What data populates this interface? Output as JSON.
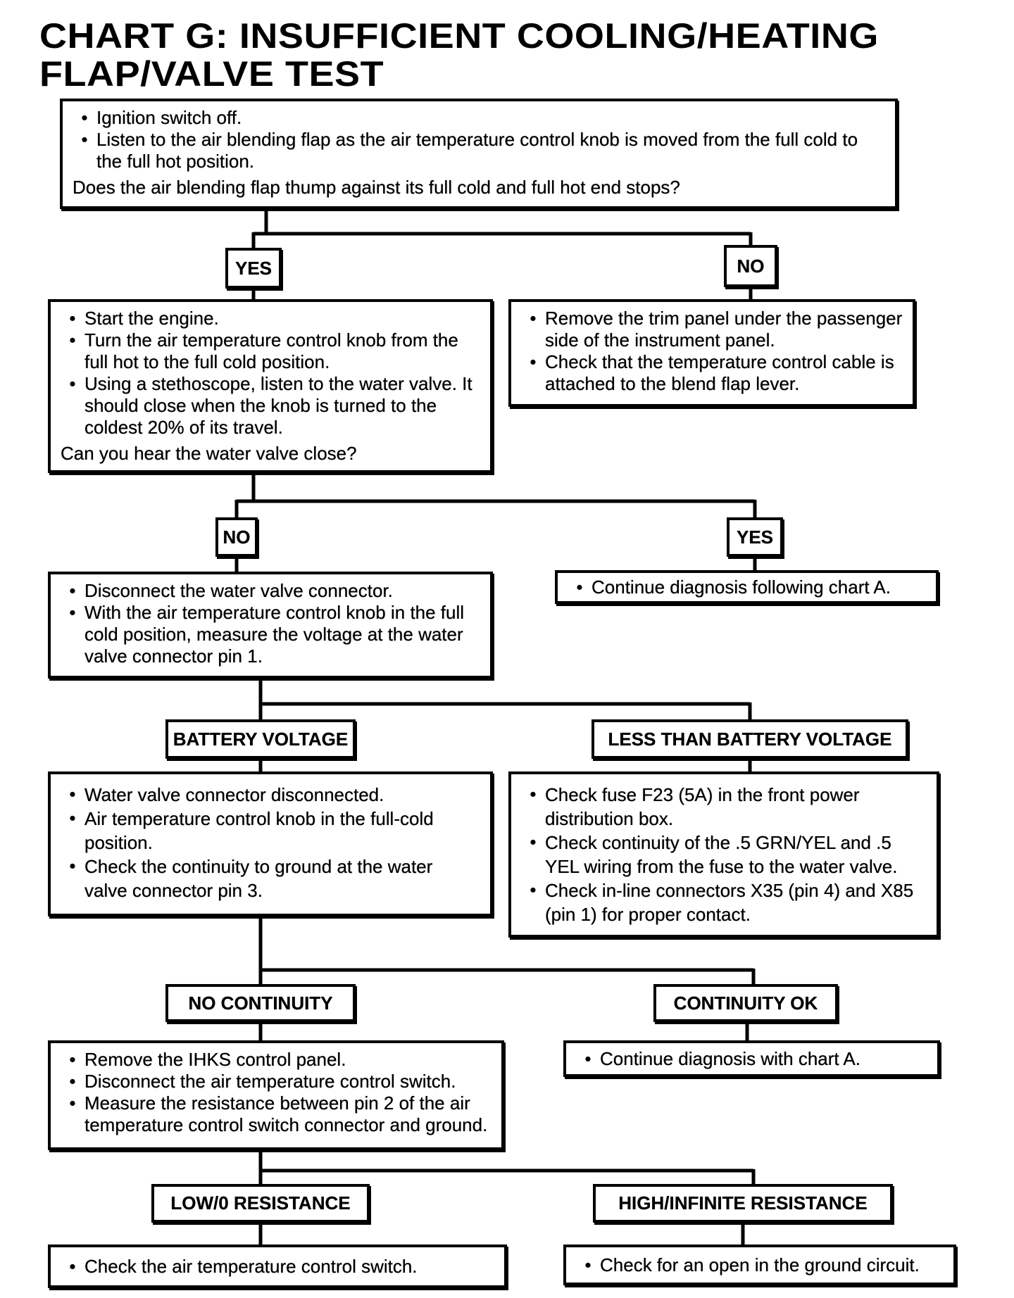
{
  "title": {
    "line1": "CHART G: INSUFFICIENT COOLING/HEATING",
    "line2": "FLAP/VALVE TEST"
  },
  "colors": {
    "ink": "#000000",
    "paper": "#ffffff"
  },
  "flow": {
    "start": {
      "bullets": [
        "Ignition switch off.",
        "Listen to the air blending flap as the air temperature control knob is moved from the full cold to the full hot position."
      ],
      "question": "Does the air blending flap thump against its full cold and full hot end stops?"
    },
    "branch1": {
      "left": "YES",
      "right": "NO"
    },
    "listen_valve": {
      "bullets": [
        "Start the engine.",
        "Turn the air temperature control knob from the full hot to the full cold position.",
        "Using a stethoscope, listen to the water valve. It should close when the knob is turned to the coldest 20% of its travel."
      ],
      "question": "Can you hear the water valve close?"
    },
    "check_cable": {
      "bullets": [
        "Remove the trim panel under the passenger side of the instrument panel.",
        "Check that the temperature control cable is attached to the blend flap lever."
      ]
    },
    "branch2": {
      "left": "NO",
      "right": "YES"
    },
    "measure_voltage": {
      "bullets": [
        "Disconnect the water valve connector.",
        "With the air temperature control knob in the full cold position, measure the voltage at the water valve connector pin 1."
      ]
    },
    "continue_chart_a1": {
      "bullets": [
        "Continue diagnosis following chart A."
      ]
    },
    "branch3": {
      "left": "BATTERY VOLTAGE",
      "right": "LESS THAN BATTERY VOLTAGE"
    },
    "check_continuity": {
      "bullets": [
        "Water valve connector disconnected.",
        "Air temperature control knob in the full-cold position.",
        "Check the continuity to ground at the water valve connector pin 3."
      ]
    },
    "check_fuse": {
      "bullets": [
        "Check fuse F23 (5A) in the front power distribution box.",
        "Check continuity of the .5 GRN/YEL and .5 YEL wiring from the fuse to the water valve.",
        "Check in-line connectors X35 (pin 4) and X85 (pin 1) for proper contact."
      ]
    },
    "branch4": {
      "left": "NO CONTINUITY",
      "right": "CONTINUITY OK"
    },
    "measure_resistance": {
      "bullets": [
        "Remove the IHKS control panel.",
        "Disconnect the air temperature control switch.",
        "Measure the resistance between pin 2 of the air temperature control switch connector and ground."
      ]
    },
    "continue_chart_a2": {
      "bullets": [
        "Continue diagnosis with chart A."
      ]
    },
    "branch5": {
      "left": "LOW/0 RESISTANCE",
      "right": "HIGH/INFINITE RESISTANCE"
    },
    "check_switch": {
      "bullets": [
        "Check the air temperature control switch."
      ]
    },
    "check_ground": {
      "bullets": [
        "Check for an open in the ground circuit."
      ]
    }
  }
}
